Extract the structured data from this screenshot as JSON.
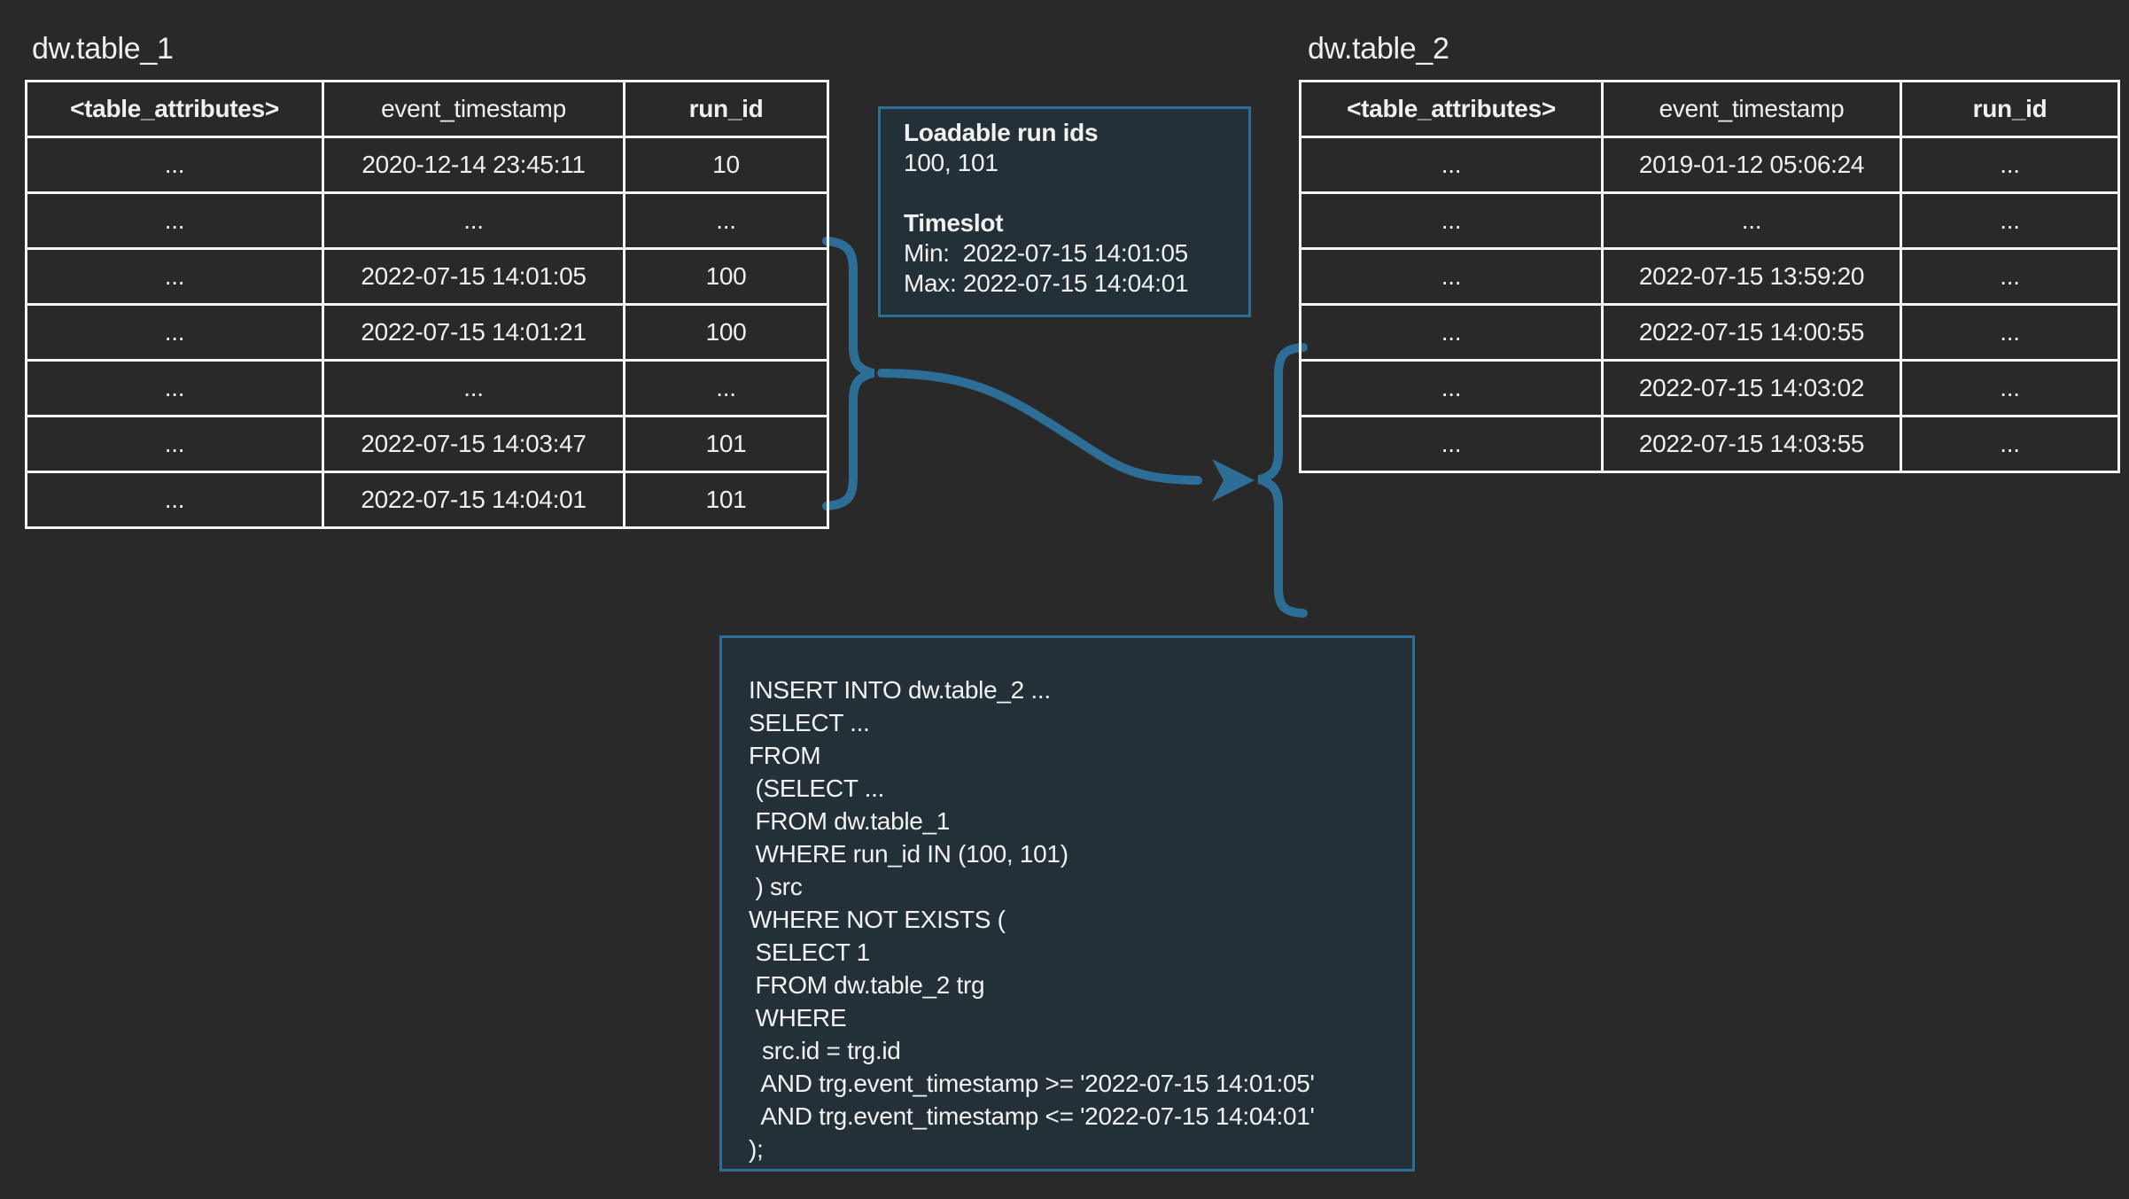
{
  "colors": {
    "background": "#292929",
    "accent_blue": "#2d6e96",
    "box_background": "#233038",
    "table_border": "#f5f5f5",
    "text": "#f0f0f0"
  },
  "table1": {
    "title": "dw.table_1",
    "columns": [
      "<table_attributes>",
      "event_timestamp",
      "run_id"
    ],
    "rows": [
      [
        "...",
        "2020-12-14 23:45:11",
        "10"
      ],
      [
        "...",
        "...",
        "..."
      ],
      [
        "...",
        "2022-07-15 14:01:05",
        "100"
      ],
      [
        "...",
        "2022-07-15 14:01:21",
        "100"
      ],
      [
        "...",
        "...",
        "..."
      ],
      [
        "...",
        "2022-07-15 14:03:47",
        "101"
      ],
      [
        "...",
        "2022-07-15 14:04:01",
        "101"
      ]
    ]
  },
  "table2": {
    "title": "dw.table_2",
    "columns": [
      "<table_attributes>",
      "event_timestamp",
      "run_id"
    ],
    "rows": [
      [
        "...",
        "2019-01-12 05:06:24",
        "..."
      ],
      [
        "...",
        "...",
        "..."
      ],
      [
        "...",
        "2022-07-15 13:59:20",
        "..."
      ],
      [
        "...",
        "2022-07-15 14:00:55",
        "..."
      ],
      [
        "...",
        "2022-07-15 14:03:02",
        "..."
      ],
      [
        "...",
        "2022-07-15 14:03:55",
        "..."
      ]
    ]
  },
  "info_box": {
    "title": "Loadable run ids",
    "run_ids": "100, 101",
    "subtitle": "Timeslot",
    "min_line": "Min:  2022-07-15 14:01:05",
    "max_line": "Max: 2022-07-15 14:04:01"
  },
  "sql_box": {
    "lines": [
      "INSERT INTO dw.table_2 ...",
      "SELECT ...",
      "FROM",
      " (SELECT ...",
      " FROM dw.table_1",
      " WHERE run_id IN (100, 101)",
      " ) src",
      "WHERE NOT EXISTS (",
      " SELECT 1",
      " FROM dw.table_2 trg",
      " WHERE",
      "  src.id = trg.id",
      "  AND trg.event_timestamp >= '2022-07-15 14:01:05'",
      "  AND trg.event_timestamp <= '2022-07-15 14:04:01'",
      ");"
    ]
  }
}
